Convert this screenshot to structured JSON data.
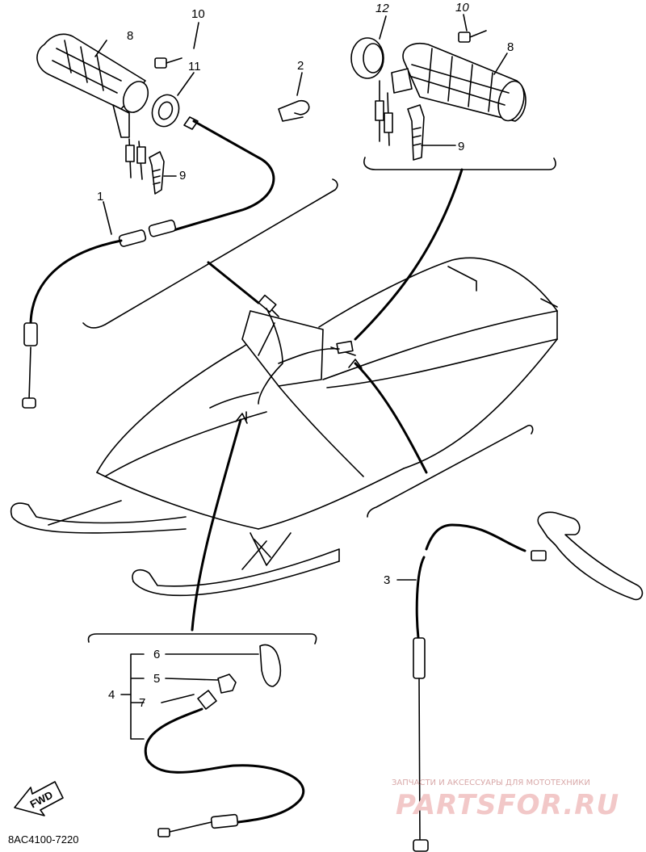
{
  "callouts": {
    "c1": "1",
    "c2": "2",
    "c3": "3",
    "c4": "4",
    "c5": "5",
    "c6": "6",
    "c7": "7",
    "c8_left": "8",
    "c8_right": "8",
    "c9_left": "9",
    "c9_right": "9",
    "c10_left": "10",
    "c10_right": "10",
    "c11": "11",
    "c12": "12"
  },
  "fwd_label": "FWD",
  "diagram_code": "8AC4100-7220",
  "watermark": {
    "tagline": "ЗАПЧАСТИ И АКСЕССУАРЫ ДЛЯ МОТОТЕХНИКИ",
    "brand": "PARTSFOR.RU"
  }
}
